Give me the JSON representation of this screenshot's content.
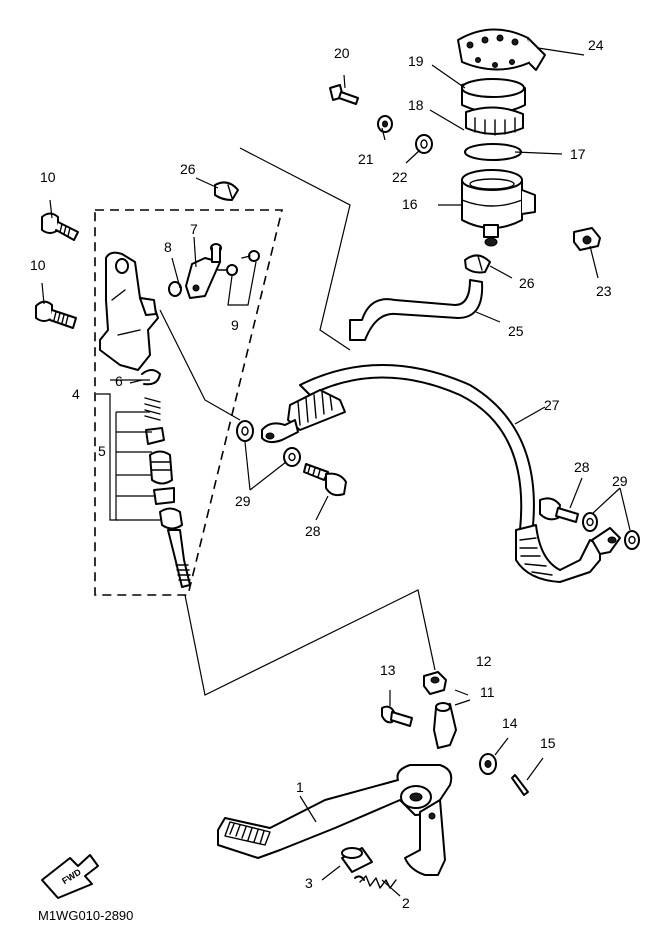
{
  "diagram": {
    "code": "M1WG010-2890",
    "fwd_label": "FWD",
    "callouts": [
      "1",
      "2",
      "3",
      "4",
      "5",
      "6",
      "7",
      "8",
      "9",
      "10",
      "10",
      "11",
      "12",
      "13",
      "14",
      "15",
      "16",
      "17",
      "18",
      "19",
      "20",
      "21",
      "22",
      "23",
      "24",
      "25",
      "26",
      "26",
      "27",
      "28",
      "28",
      "29",
      "29"
    ]
  }
}
